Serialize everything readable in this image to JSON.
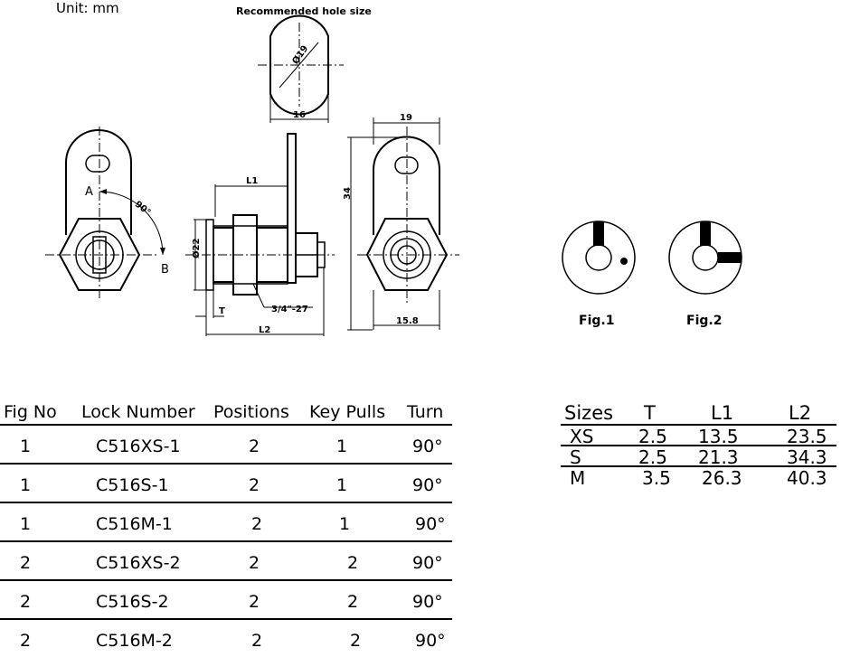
{
  "unit_label": "Unit:  mm",
  "drawing": {
    "recommended_title": "Recommended hole size",
    "dim_diameter": "Ø19",
    "dim_width_16": "16",
    "dim_19": "19",
    "dim_34": "34",
    "dim_15_8": "15.8",
    "dim_L1": "L1",
    "dim_L2": "L2",
    "dim_T": "T",
    "dim_d22": "Ø22",
    "dim_thread": "3/4\"-27",
    "dim_angle": "90°",
    "label_A": "A",
    "label_B": "B",
    "fig1": "Fig.1",
    "fig2": "Fig.2"
  },
  "lock_table": {
    "headers": [
      "Fig No",
      "Lock Number",
      "Positions",
      "Key Pulls",
      "Turn"
    ],
    "rows": [
      [
        "1",
        "C516XS-1",
        "2",
        "1",
        "90°"
      ],
      [
        "1",
        "C516S-1",
        "2",
        "1",
        "90°"
      ],
      [
        "1",
        "C516M-1",
        "2",
        "1",
        "90°"
      ],
      [
        "2",
        "C516XS-2",
        "2",
        "2",
        "90°"
      ],
      [
        "2",
        "C516S-2",
        "2",
        "2",
        "90°"
      ],
      [
        "2",
        "C516M-2",
        "2",
        "2",
        "90°"
      ]
    ]
  },
  "size_table": {
    "headers": [
      "Sizes",
      "T",
      "L1",
      "L2"
    ],
    "rows": [
      [
        "XS",
        "2.5",
        "13.5",
        "23.5"
      ],
      [
        "S",
        "2.5",
        "21.3",
        "34.3"
      ],
      [
        "M",
        "3.5",
        "26.3",
        "40.3"
      ]
    ]
  }
}
